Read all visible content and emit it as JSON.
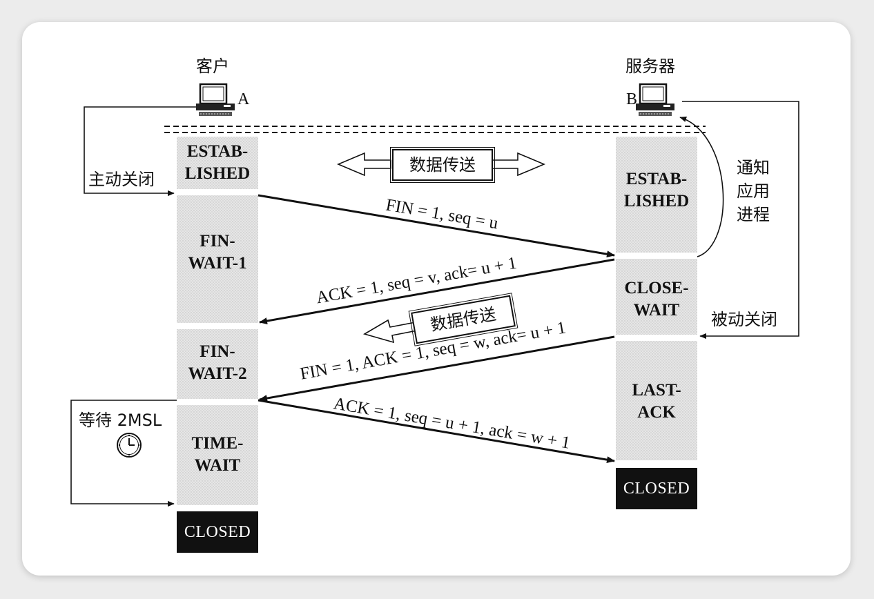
{
  "client": {
    "title": "客户",
    "letter": "A"
  },
  "server": {
    "title": "服务器",
    "letter": "B"
  },
  "client_states": {
    "established": [
      "ESTAB-",
      "LISHED"
    ],
    "fin_wait_1": [
      "FIN-",
      "WAIT-1"
    ],
    "fin_wait_2": [
      "FIN-",
      "WAIT-2"
    ],
    "time_wait": [
      "TIME-",
      "WAIT"
    ],
    "closed": "CLOSED"
  },
  "server_states": {
    "established": [
      "ESTAB-",
      "LISHED"
    ],
    "close_wait": [
      "CLOSE-",
      "WAIT"
    ],
    "last_ack": [
      "LAST-",
      "ACK"
    ],
    "closed": "CLOSED"
  },
  "labels": {
    "active_close": "主动关闭",
    "passive_close": "被动关闭",
    "notify_app": [
      "通知",
      "应用",
      "进程"
    ],
    "wait_2msl": "等待 2MSL",
    "data_transfer_top": "数据传送",
    "data_transfer_mid": "数据传送"
  },
  "messages": {
    "fin_from_client": "FIN = 1, seq = u",
    "ack_from_server": "ACK = 1, seq = v, ack= u + 1",
    "fin_from_server": "FIN = 1, ACK = 1, seq = w, ack= u + 1",
    "ack_from_client": "ACK = 1, seq = u + 1, ack = w + 1"
  },
  "icons": {
    "computer": "computer-icon",
    "clock": "clock-icon"
  }
}
